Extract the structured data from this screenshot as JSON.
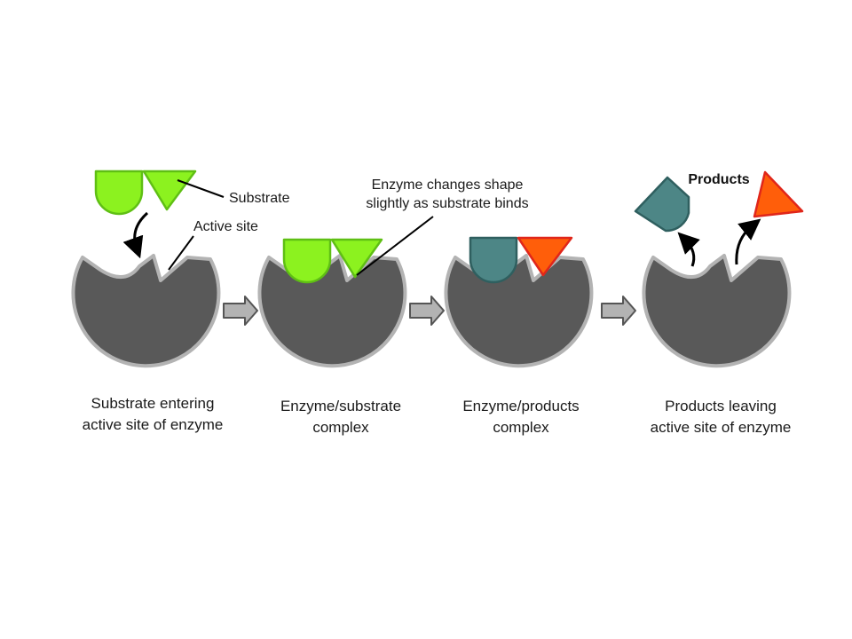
{
  "labels": {
    "substrate": "Substrate",
    "active_site": "Active site",
    "shape_change_line1": "Enzyme changes shape",
    "shape_change_line2": "slightly as substrate binds",
    "products": "Products"
  },
  "stages": [
    {
      "line1": "Substrate entering",
      "line2": "active site of enzyme"
    },
    {
      "line1": "Enzyme/substrate",
      "line2": "complex"
    },
    {
      "line1": "Enzyme/products",
      "line2": "complex"
    },
    {
      "line1": "Products leaving",
      "line2": "active site of enzyme"
    }
  ],
  "colors": {
    "enzyme_fill": "#595959",
    "enzyme_outline": "#b3b3b3",
    "substrate_fill": "#8cf21f",
    "substrate_outline": "#5fbf14",
    "product_a_fill": "#4d8686",
    "product_a_outline": "#2f5f5f",
    "product_b_fill": "#ff5e0a",
    "product_b_outline": "#e0261a",
    "step_arrow_fill": "#b3b3b3",
    "step_arrow_outline": "#555555"
  }
}
